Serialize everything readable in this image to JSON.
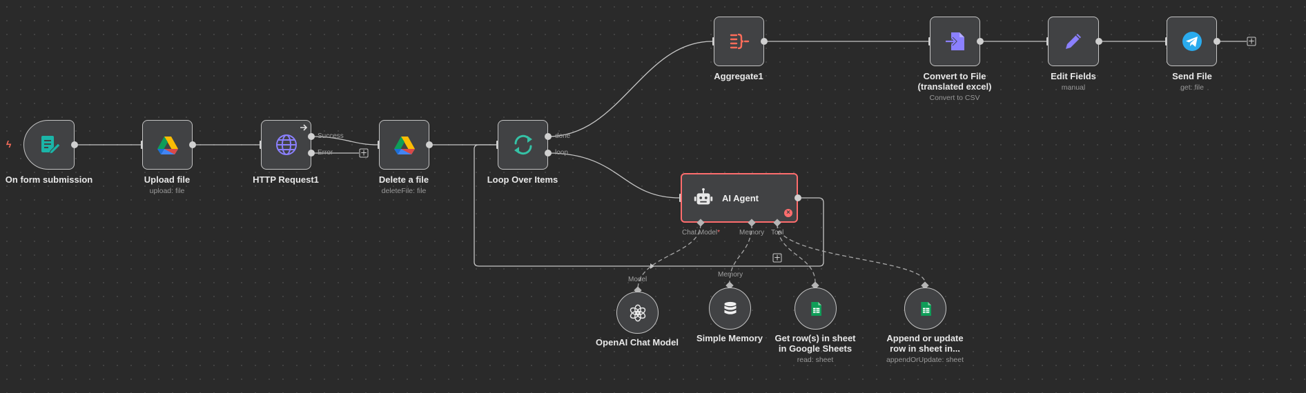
{
  "nodes": {
    "form_trigger": {
      "title": "On form submission",
      "subtitle": ""
    },
    "upload_file": {
      "title": "Upload file",
      "subtitle": "upload: file"
    },
    "http_request": {
      "title": "HTTP Request1",
      "subtitle": ""
    },
    "delete_file": {
      "title": "Delete a file",
      "subtitle": "deleteFile: file"
    },
    "loop": {
      "title": "Loop Over Items",
      "subtitle": ""
    },
    "aggregate": {
      "title": "Aggregate1",
      "subtitle": ""
    },
    "convert": {
      "title_line1": "Convert to File",
      "title_line2": "(translated excel)",
      "subtitle": "Convert to CSV"
    },
    "edit_fields": {
      "title": "Edit Fields",
      "subtitle": "manual"
    },
    "send_file": {
      "title": "Send File",
      "subtitle": "get: file"
    },
    "ai_agent": {
      "title": "AI Agent"
    },
    "openai": {
      "title": "OpenAI Chat Model"
    },
    "memory": {
      "title": "Simple Memory"
    },
    "get_rows": {
      "title_line1": "Get row(s) in sheet",
      "title_line2": "in Google Sheets",
      "subtitle": "read: sheet"
    },
    "append_rows": {
      "title_line1": "Append or update",
      "title_line2": "row in sheet in...",
      "subtitle": "appendOrUpdate: sheet"
    }
  },
  "ports": {
    "success": "Success",
    "error": "Error",
    "done": "done",
    "loop": "loop",
    "chat_model": "Chat Model",
    "chat_model_required": "*",
    "memory": "Memory",
    "tool": "Tool",
    "model_in": "Model",
    "memory_in": "Memory"
  },
  "colors": {
    "canvas": "#2a2a2a",
    "node_bg": "#414244",
    "error_border": "#ff6d6d",
    "edge": "#c5c5c5"
  },
  "icons": {
    "form_trigger": "form-edit-icon",
    "upload_file": "google-drive-icon",
    "http_request": "globe-icon",
    "delete_file": "google-drive-icon",
    "loop": "loop-refresh-icon",
    "aggregate": "aggregate-icon",
    "convert": "file-convert-icon",
    "edit_fields": "pencil-icon",
    "send_file": "telegram-icon",
    "ai_agent": "robot-icon",
    "openai": "openai-icon",
    "memory": "database-icon",
    "get_rows": "google-sheets-icon",
    "append_rows": "google-sheets-icon"
  }
}
